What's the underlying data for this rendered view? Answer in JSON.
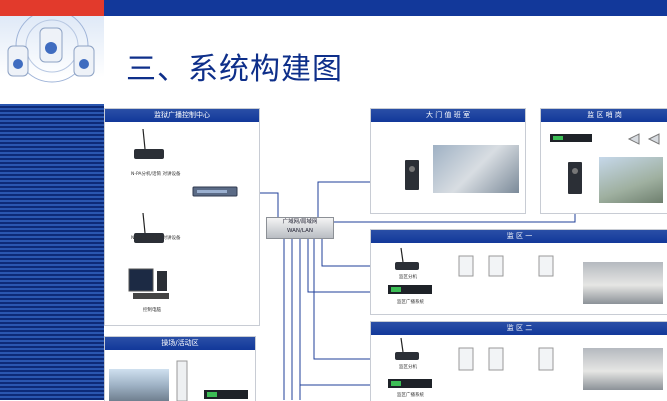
{
  "title": "三、系统构建图",
  "colors": {
    "accent_red": "#e23a2c",
    "brand_blue": "#12389a",
    "panel_header": "#2a4fa6",
    "wire_blue": "#1f3f9a",
    "wire_green": "#2aa43a"
  },
  "panels": {
    "control_center": {
      "title": "监狱广播控制中心",
      "devices": [
        "N-PA分机/话筒 对讲设备",
        "N-PA分机/话筒 对讲设备",
        "控制电脑"
      ]
    },
    "gate_room": {
      "title": "大 门 值 班 室"
    },
    "watchtower": {
      "title": "监 区 哨 岗"
    },
    "zone1": {
      "title": "监 区 一",
      "devices": [
        "监区分机",
        "监区广播系统"
      ]
    },
    "zone2": {
      "title": "监 区 二",
      "devices": [
        "监区分机",
        "监区广播系统"
      ]
    },
    "playground": {
      "title": "操场/活动区"
    }
  },
  "network": {
    "line1": "广域网/局域网",
    "line2": "WAN/LAN"
  }
}
